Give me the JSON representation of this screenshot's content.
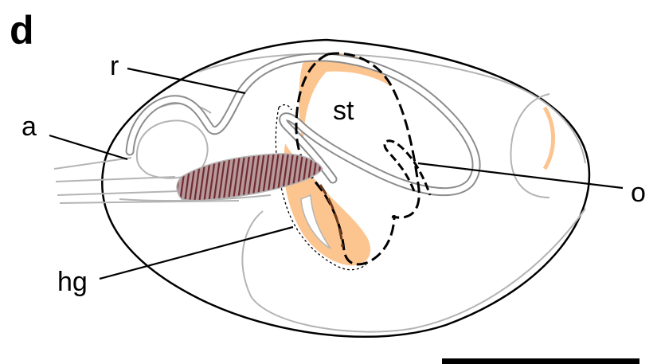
{
  "panel_label": "d",
  "labels": {
    "rectum": "r",
    "anus": "a",
    "stomach": "st",
    "ovary": "o",
    "hindgut_gland": "hg"
  },
  "colors": {
    "outline": "#000000",
    "organ_gray": "#b4b4b4",
    "highlight_orange": "#fcc48e",
    "orange_edge": "#f0a660",
    "muscle_fill": "#a9868a",
    "muscle_stripe": "#6e2a2e",
    "scale_bar": "#000000"
  }
}
